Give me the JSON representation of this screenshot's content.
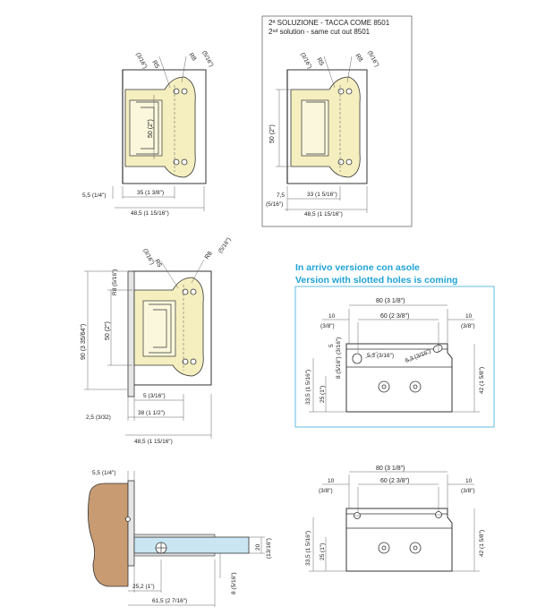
{
  "fig1": {
    "r5": "R5",
    "r8": "R8",
    "s316a": "(3/16\")",
    "s516a": "(5/16\")",
    "h50": "50 (2\")",
    "d55": "5,5 (1/4\")",
    "d35": "35 (1  3/8\")",
    "d485": "48,5 (1  15/16\")"
  },
  "fig2": {
    "title1": "2ª SOLUZIONE - TACCA COME 8501",
    "title2": "2ⁿᵈ solution - same cut out 8501",
    "r5": "R5",
    "r8": "R8",
    "s316": "(3/16\")",
    "s516": "(5/16\")",
    "h50": "50 (2\")",
    "d75": "7,5",
    "d75s": "(5/16\")",
    "d33": "33 (1  5/16\")",
    "d485": "48,5 (1  15/16\")"
  },
  "fig3": {
    "r5": "R5",
    "r8": "R8",
    "s316": "(3/16\")",
    "s516": "(5/16\")",
    "r8label": "R8 (5/16\")",
    "h90": "90 (3 35/64\")",
    "h50": "50 (2\")",
    "d5": "5 (3/16\")",
    "d25": "2,5 (3/32)",
    "d38": "38 (1 1/2\")",
    "d485": "48,5 (1 15/16\")"
  },
  "fig4": {
    "banner1": "In arrivo versione con asole",
    "banner2": "Version with slotted holes is coming",
    "d80": "80 (3  1/8\")",
    "d60": "60 (2  3/8\")",
    "d10a": "10",
    "d10as": "(3/8\")",
    "d10b": "10",
    "d10bs": "(3/8\")",
    "d53a": "5,3 (3/16\")",
    "d53b": "5,3 (3/16\")",
    "d5": "5",
    "d5s": "(3/16\")",
    "d8": "8 (5/16\")",
    "d25": "25 (1\")",
    "d335": "33,5 (1 5/16\")",
    "d42": "42 (1  5/8\")"
  },
  "fig5": {
    "d55": "5,5 (1/4\")",
    "d20": "20",
    "d20s": "(13/16\")",
    "d8": "8 (5/16\")",
    "d252": "25,2 (1\")",
    "d615": "61,5 (2  7/16\")"
  },
  "fig6": {
    "d80": "80 (3  1/8\")",
    "d60": "60 (2  3/8\")",
    "d10a": "10",
    "d10as": "(3/8\")",
    "d10b": "10",
    "d10bs": "(3/8\")",
    "d25": "25 (1\")",
    "d335": "33,5 (1  5/16\")",
    "d42": "42 (1  5/8\")"
  }
}
